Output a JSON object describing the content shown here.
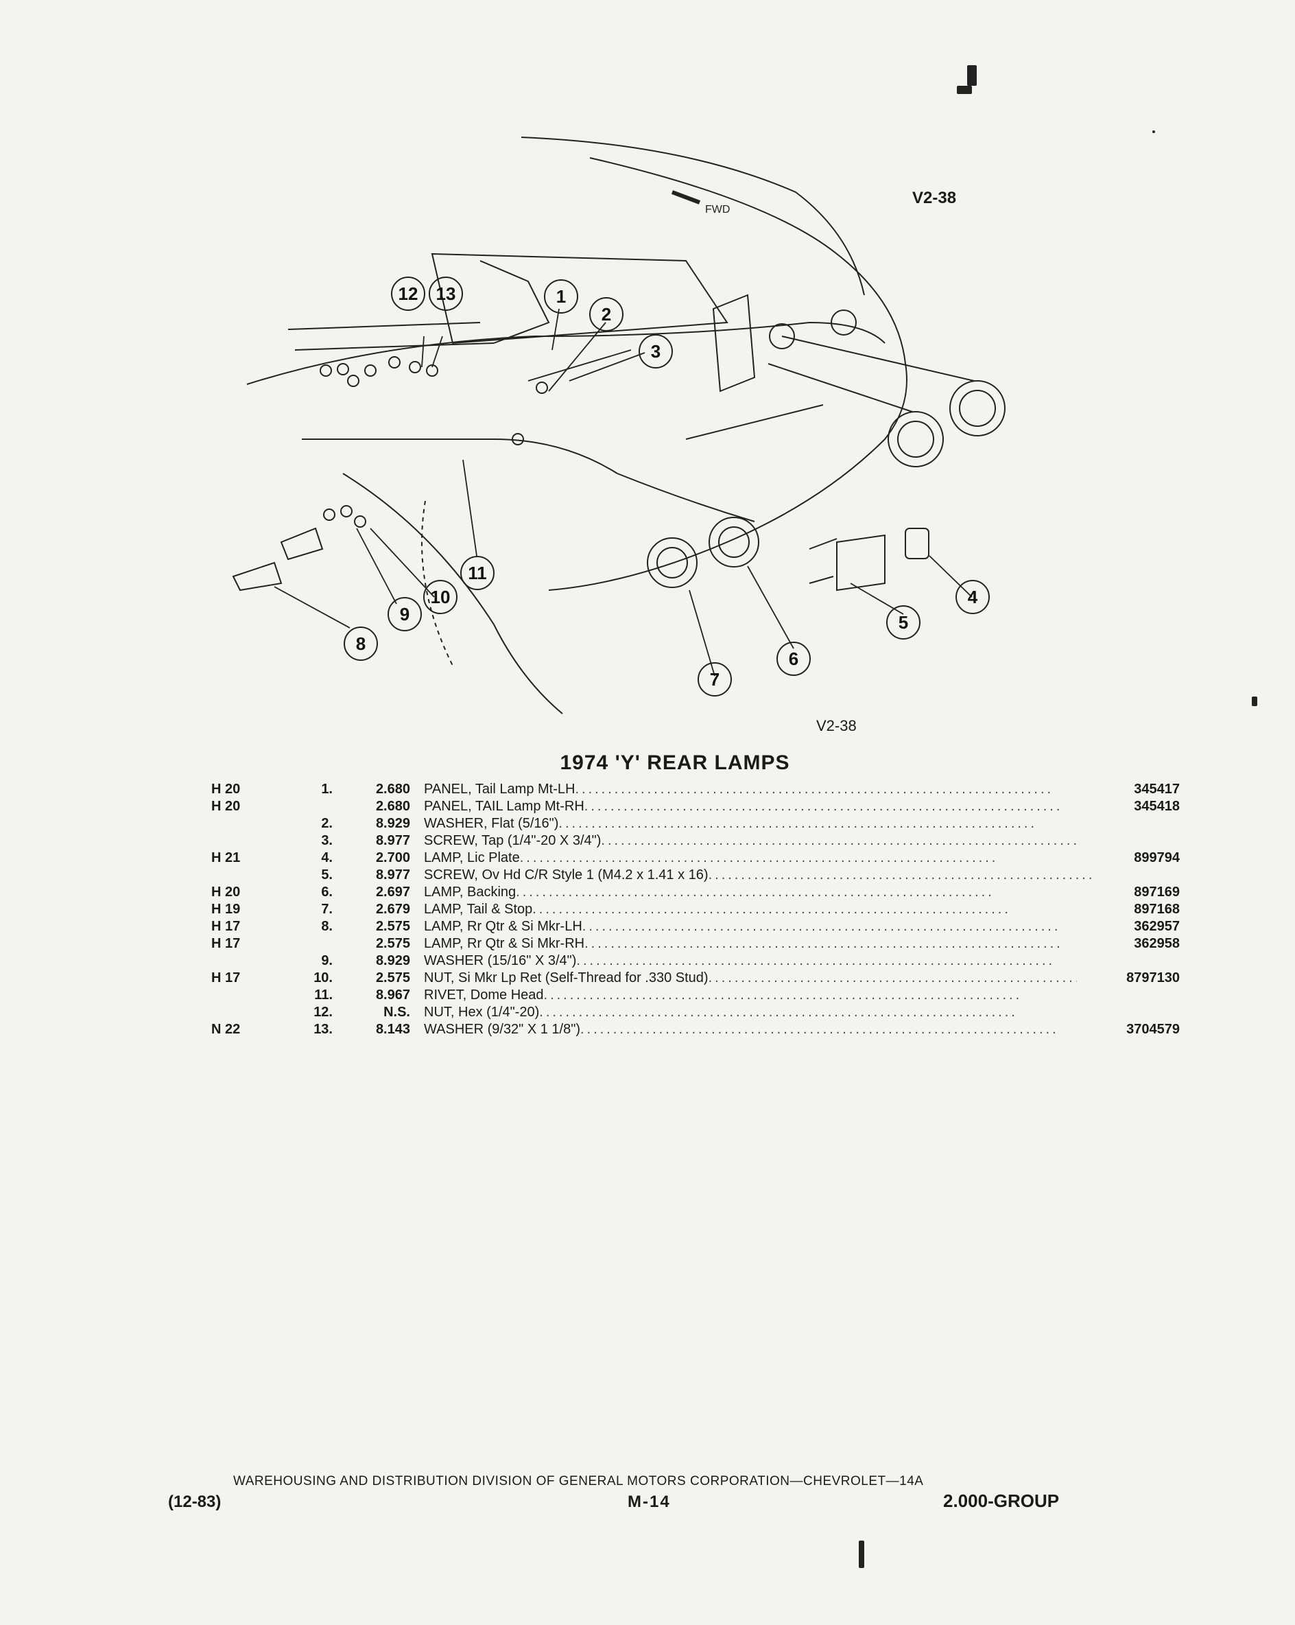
{
  "figure": {
    "code_top": "V2-38",
    "code_bottom": "V2-38",
    "fwd_label": "FWD",
    "callouts": [
      "1",
      "2",
      "3",
      "4",
      "5",
      "6",
      "7",
      "8",
      "9",
      "10",
      "11",
      "12",
      "13"
    ]
  },
  "title": {
    "year": "1974",
    "model": "'Y'",
    "name": "REAR LAMPS"
  },
  "parts": [
    {
      "loc": "H 20",
      "num": "1.",
      "group": "2.680",
      "desc": "PANEL, Tail Lamp Mt-LH",
      "pn": "345417"
    },
    {
      "loc": "H 20",
      "num": "",
      "group": "2.680",
      "desc": "PANEL, TAIL Lamp Mt-RH",
      "pn": "345418"
    },
    {
      "loc": "",
      "num": "2.",
      "group": "8.929",
      "desc": "WASHER, Flat (5/16\")",
      "pn": ""
    },
    {
      "loc": "",
      "num": "3.",
      "group": "8.977",
      "desc": "SCREW, Tap (1/4\"-20 X 3/4\")",
      "pn": ""
    },
    {
      "loc": "H 21",
      "num": "4.",
      "group": "2.700",
      "desc": "LAMP, Lic Plate",
      "pn": "899794"
    },
    {
      "loc": "",
      "num": "5.",
      "group": "8.977",
      "desc": "SCREW, Ov Hd C/R Style 1 (M4.2 x 1.41 x 16)",
      "pn": ""
    },
    {
      "loc": "H 20",
      "num": "6.",
      "group": "2.697",
      "desc": "LAMP, Backing",
      "pn": "897169"
    },
    {
      "loc": "H 19",
      "num": "7.",
      "group": "2.679",
      "desc": "LAMP, Tail & Stop",
      "pn": "897168"
    },
    {
      "loc": "H 17",
      "num": "8.",
      "group": "2.575",
      "desc": "LAMP, Rr Qtr & Si Mkr-LH",
      "pn": "362957"
    },
    {
      "loc": "H 17",
      "num": "",
      "group": "2.575",
      "desc": "LAMP, Rr Qtr & Si Mkr-RH",
      "pn": "362958"
    },
    {
      "loc": "",
      "num": "9.",
      "group": "8.929",
      "desc": "WASHER (15/16\" X 3/4\")",
      "pn": ""
    },
    {
      "loc": "H 17",
      "num": "10.",
      "group": "2.575",
      "desc": "NUT, Si Mkr Lp Ret (Self-Thread for .330 Stud)",
      "pn": "8797130"
    },
    {
      "loc": "",
      "num": "11.",
      "group": "8.967",
      "desc": "RIVET, Dome Head",
      "pn": ""
    },
    {
      "loc": "",
      "num": "12.",
      "group": "N.S.",
      "desc": "NUT, Hex (1/4\"-20)",
      "pn": ""
    },
    {
      "loc": "N 22",
      "num": "13.",
      "group": "8.143",
      "desc": "WASHER (9/32\" X 1 1/8\")",
      "pn": "3704579"
    }
  ],
  "footer": {
    "division": "WAREHOUSING AND DISTRIBUTION DIVISION OF GENERAL MOTORS CORPORATION—CHEVROLET—14A",
    "date": "(12-83)",
    "page": "M-14",
    "group": "2.000-GROUP"
  }
}
